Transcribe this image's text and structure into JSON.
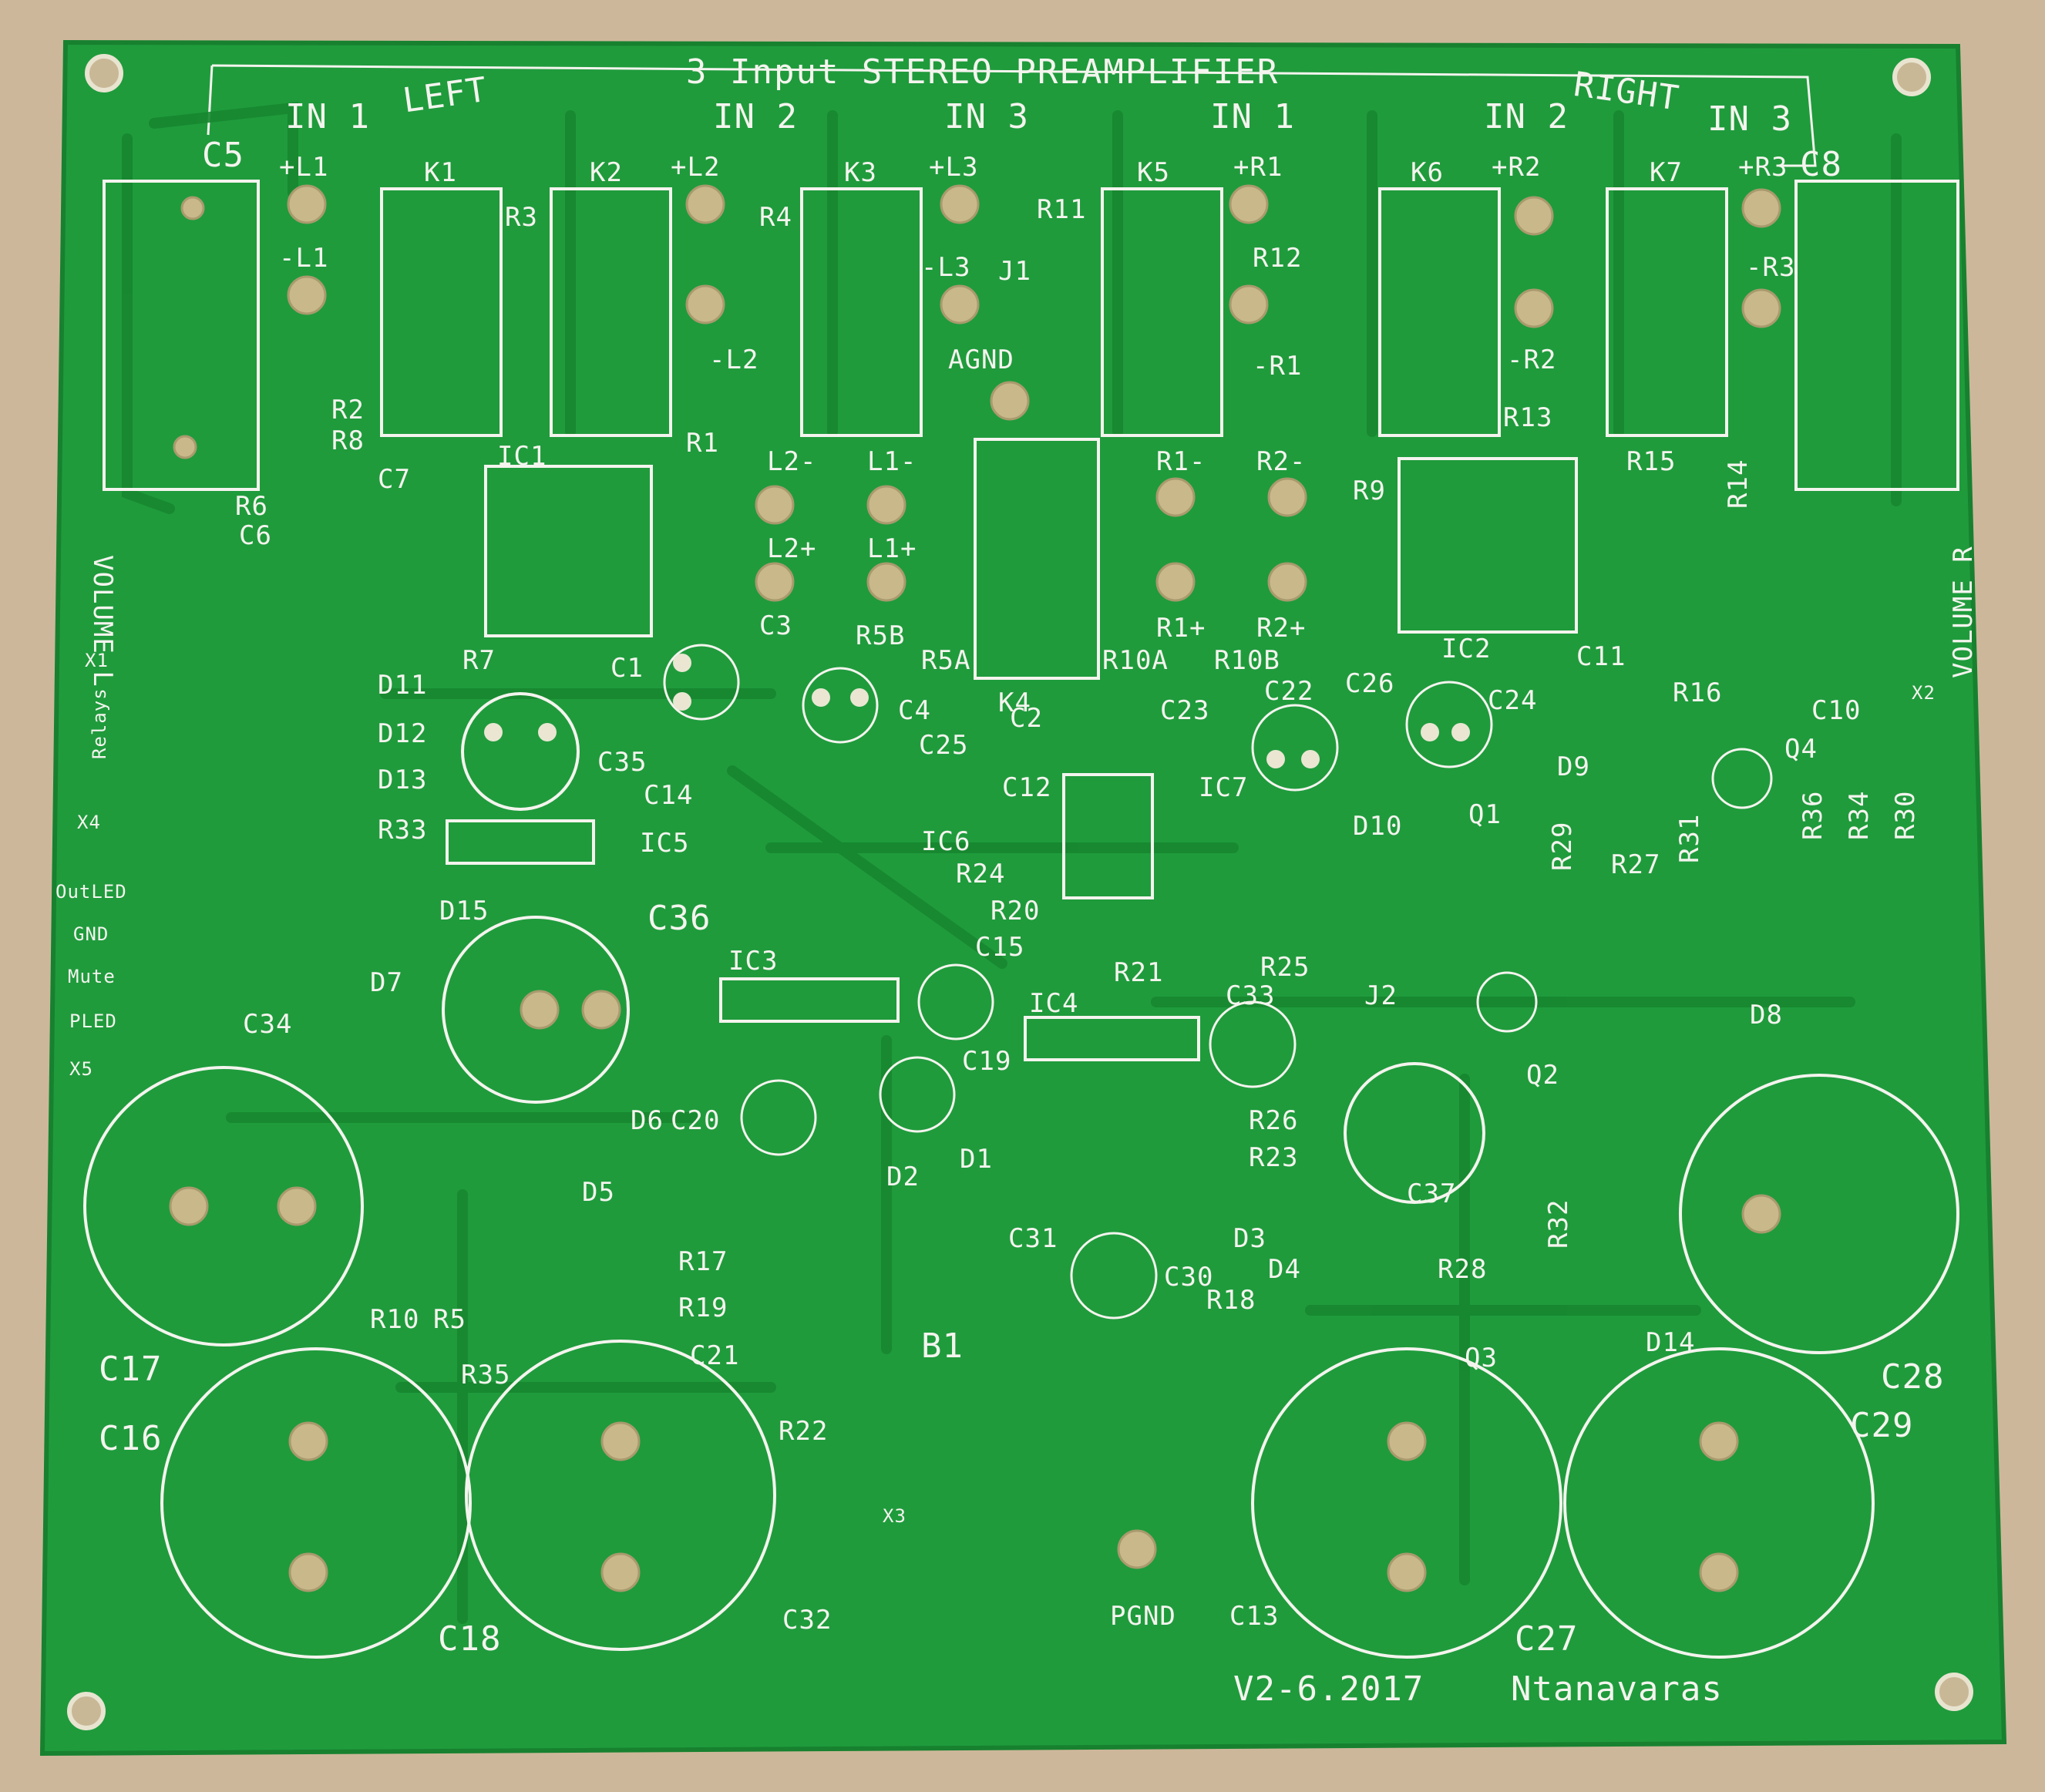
{
  "board": {
    "title": "3 Input STEREO PREAMPLIFIER",
    "version": "V2-6.2017",
    "author": "Ntanavaras",
    "colors": {
      "solder_mask": "#1f9b3c",
      "trace": "#178a31",
      "silkscreen": "#f4f4ee",
      "pad": "#c8b88a",
      "background": "#cdb79a"
    }
  },
  "labels": {
    "in1_left": "IN 1",
    "left": "LEFT",
    "in2_left": "IN 2",
    "in3_left": "IN 3",
    "in1_right": "IN 1",
    "right": "RIGHT",
    "in2_right": "IN 2",
    "in3_right": "IN 3",
    "volume_l": "VOLUME L",
    "volume_r": "VOLUME R",
    "relays": "Relays",
    "outled": "OutLED",
    "gnd": "GND",
    "mute": "Mute",
    "pled": "PLED",
    "agnd": "AGND",
    "pgnd": "PGND"
  },
  "parts": {
    "c5": "C5",
    "c8": "C8",
    "c6": "C6",
    "c7": "C7",
    "c1": "C1",
    "c3": "C3",
    "c4": "C4",
    "c2": "C2",
    "c12": "C12",
    "c14": "C14",
    "c22": "C22",
    "c23": "C23",
    "c24": "C24",
    "c25": "C25",
    "c26": "C26",
    "c10": "C10",
    "c11": "C11",
    "c13": "C13",
    "c15": "C15",
    "c16": "C16",
    "c17": "C17",
    "c18": "C18",
    "c19": "C19",
    "c20": "C20",
    "c21": "C21",
    "c27": "C27",
    "c28": "C28",
    "c29": "C29",
    "c30": "C30",
    "c31": "C31",
    "c32": "C32",
    "c33": "C33",
    "c34": "C34",
    "c35": "C35",
    "c36": "C36",
    "c37": "C37",
    "k1": "K1",
    "k2": "K2",
    "k3": "K3",
    "k4": "K4",
    "k5": "K5",
    "k6": "K6",
    "k7": "K7",
    "ic1": "IC1",
    "ic2": "IC2",
    "ic3": "IC3",
    "ic4": "IC4",
    "ic5": "IC5",
    "ic6": "IC6",
    "ic7": "IC7",
    "r1": "R1",
    "r2": "R2",
    "r3": "R3",
    "r4": "R4",
    "r5": "R5",
    "r6": "R6",
    "r7": "R7",
    "r8": "R8",
    "r9": "R9",
    "r10": "R10",
    "r11": "R11",
    "r12": "R12",
    "r13": "R13",
    "r14": "R14",
    "r15": "R15",
    "r16": "R16",
    "r17": "R17",
    "r18": "R18",
    "r19": "R19",
    "r20": "R20",
    "r21": "R21",
    "r22": "R22",
    "r23": "R23",
    "r24": "R24",
    "r25": "R25",
    "r26": "R26",
    "r27": "R27",
    "r28": "R28",
    "r29": "R29",
    "r30": "R30",
    "r31": "R31",
    "r32": "R32",
    "r33": "R33",
    "r34": "R34",
    "r35": "R35",
    "r36": "R36",
    "r5a": "R5A",
    "r5b": "R5B",
    "r10a": "R10A",
    "r10b": "R10B",
    "d1": "D1",
    "d2": "D2",
    "d3": "D3",
    "d4": "D4",
    "d5": "D5",
    "d6": "D6",
    "d7": "D7",
    "d8": "D8",
    "d9": "D9",
    "d10": "D10",
    "d11": "D11",
    "d12": "D12",
    "d13": "D13",
    "d14": "D14",
    "d15": "D15",
    "q1": "Q1",
    "q2": "Q2",
    "q3": "Q3",
    "q4": "Q4",
    "j1": "J1",
    "j2": "J2",
    "b1": "B1",
    "x1": "X1",
    "x2": "X2",
    "x3": "X3",
    "x4": "X4",
    "x5": "X5",
    "pl1": "+L1",
    "ml1": "-L1",
    "pl2": "+L2",
    "ml2": "-L2",
    "pl3": "+L3",
    "ml3": "-L3",
    "pr1": "+R1",
    "mr1": "-R1",
    "pr2": "+R2",
    "mr2": "-R2",
    "pr3": "+R3",
    "mr3": "-R3",
    "l2m": "L2-",
    "l1m": "L1-",
    "l2p": "L2+",
    "l1p": "L1+",
    "r1m": "R1-",
    "r2m": "R2-",
    "r1p": "R1+",
    "r2p": "R2+"
  }
}
